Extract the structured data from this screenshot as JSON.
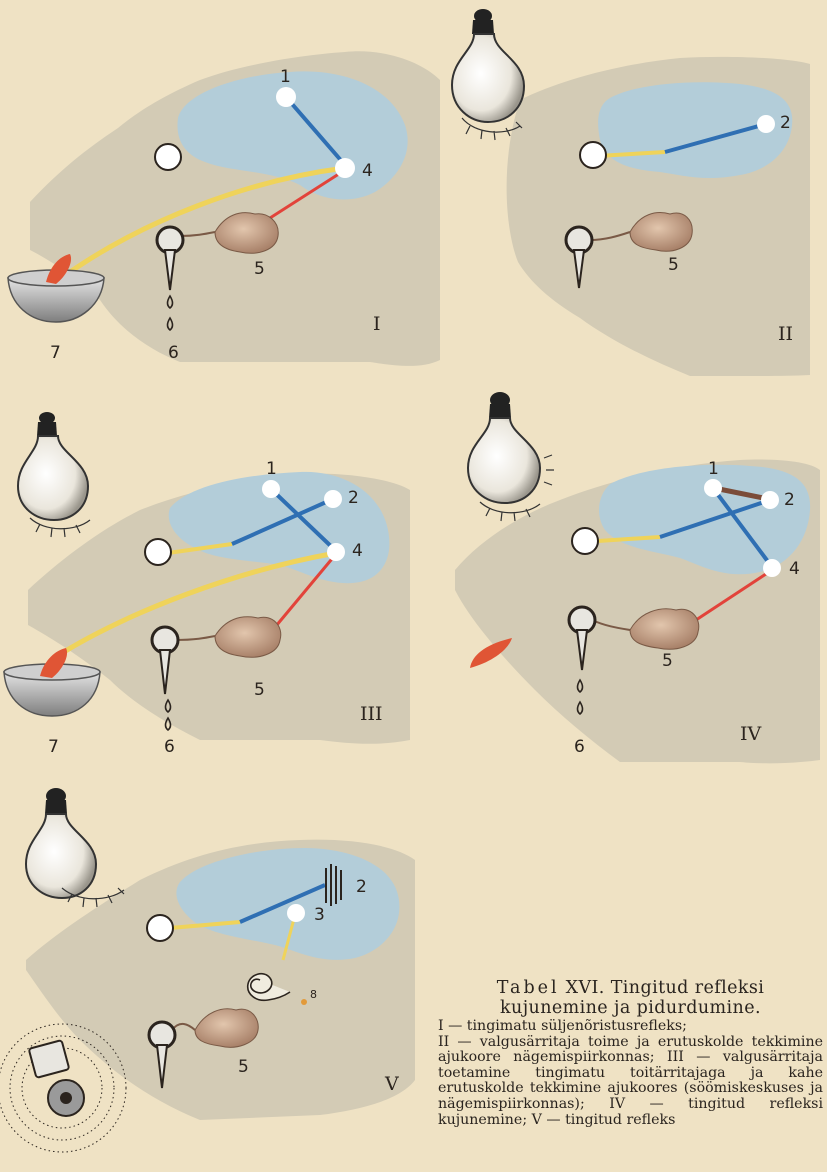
{
  "panels": [
    {
      "roman": "I",
      "labels": {
        "n1": "1",
        "n4": "4",
        "n5": "5",
        "n6": "6",
        "n7": "7"
      }
    },
    {
      "roman": "II",
      "labels": {
        "n2": "2",
        "n5": "5"
      }
    },
    {
      "roman": "III",
      "labels": {
        "n1": "1",
        "n2": "2",
        "n4": "4",
        "n5": "5",
        "n6": "6",
        "n7": "7"
      }
    },
    {
      "roman": "IV",
      "labels": {
        "n1": "1",
        "n2": "2",
        "n4": "4",
        "n5": "5",
        "n6": "6"
      }
    },
    {
      "roman": "V",
      "labels": {
        "n2": "2",
        "n3": "3",
        "n5": "5",
        "n8": "8"
      }
    }
  ],
  "caption": {
    "table_word": "Tabel",
    "title_rest": "XVI. Tingitud refleksi",
    "title_line2": "kujunemine ja pidurdumine.",
    "body": "I — tingimatu süljenõristusrefleks;\nII — valgusärritaja toime ja erutuskolde tekkimine ajukoore nägemispiirkonnas; III — valgusärritaja toetamine tingimatu toitärritajaga ja kahe erutuskolde tekkimine ajukoores (söömiskeskuses ja nägemispiirkonnas); IV — tingitud refleksi kujunemine; V — tingitud refleks"
  },
  "colors": {
    "background": "#efe2c4",
    "head": "#d3cbb5",
    "brain": "#b3cdd9",
    "conditioned_path": "#2f6fb3",
    "food_path": "#efd35a",
    "motor_path": "#e2433a",
    "inhibition_path": "#7b4c39",
    "gland": "#c8a489"
  }
}
